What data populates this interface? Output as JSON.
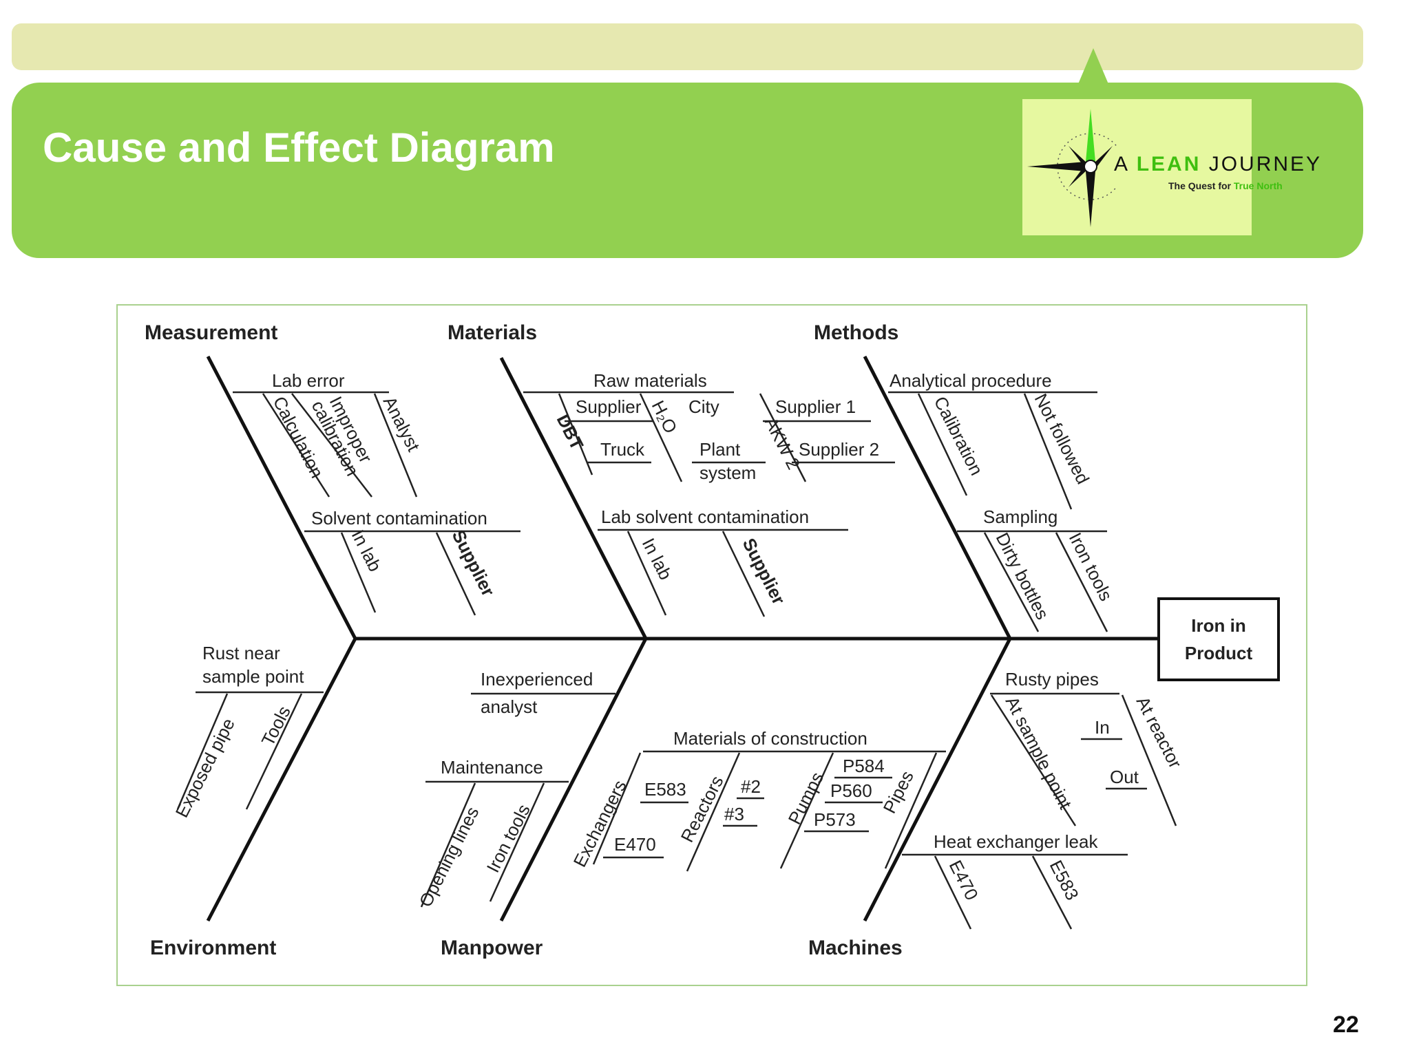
{
  "slide": {
    "title": "Cause and Effect Diagram",
    "page_number": "22"
  },
  "logo": {
    "prefix": "A",
    "lean": "LEAN",
    "journey": "JOURNEY",
    "tagline_prefix": "The Quest for",
    "tagline_highlight": "True North"
  },
  "diagram": {
    "effect": [
      "Iron in",
      "Product"
    ],
    "categories": {
      "measurement": "Measurement",
      "materials": "Materials",
      "methods": "Methods",
      "environment": "Environment",
      "manpower": "Manpower",
      "machines": "Machines"
    },
    "measurement": {
      "lab_error": "Lab error",
      "lab_error_causes": [
        "Calculation",
        "Improper",
        "calibration",
        "Analyst"
      ],
      "solvent": "Solvent contamination",
      "solvent_causes": [
        "In lab",
        "Supplier"
      ]
    },
    "materials": {
      "raw": "Raw materials",
      "raw_causes": [
        "Supplier",
        "City",
        "Supplier 1",
        "DBT",
        "H₂O",
        "AKW 2",
        "Truck",
        "Plant",
        "system",
        "Supplier 2"
      ],
      "lab_solvent": "Lab solvent contamination",
      "lab_solvent_causes": [
        "In lab",
        "Supplier"
      ]
    },
    "methods": {
      "procedure": "Analytical procedure",
      "procedure_causes": [
        "Calibration",
        "Not followed"
      ],
      "sampling": "Sampling",
      "sampling_causes": [
        "Dirty bottles",
        "Iron tools"
      ]
    },
    "environment": {
      "rust": [
        "Rust near",
        "sample point"
      ],
      "rust_causes": [
        "Exposed pipe",
        "Tools"
      ]
    },
    "manpower": {
      "inexperienced": [
        "Inexperienced",
        "analyst"
      ],
      "maintenance": "Maintenance",
      "maintenance_causes": [
        "Opening lines",
        "Iron tools"
      ]
    },
    "machines": {
      "moc": "Materials of construction",
      "moc_causes": [
        "Exchangers",
        "E583",
        "E470",
        "Reactors",
        "#2",
        "#3",
        "Pumps",
        "P584",
        "P560",
        "P573",
        "Pipes"
      ],
      "rusty": "Rusty pipes",
      "rusty_causes": [
        "At sample point",
        "In",
        "Out",
        "At reactor"
      ],
      "heat": "Heat exchanger leak",
      "heat_causes": [
        "E470",
        "E583"
      ]
    }
  }
}
